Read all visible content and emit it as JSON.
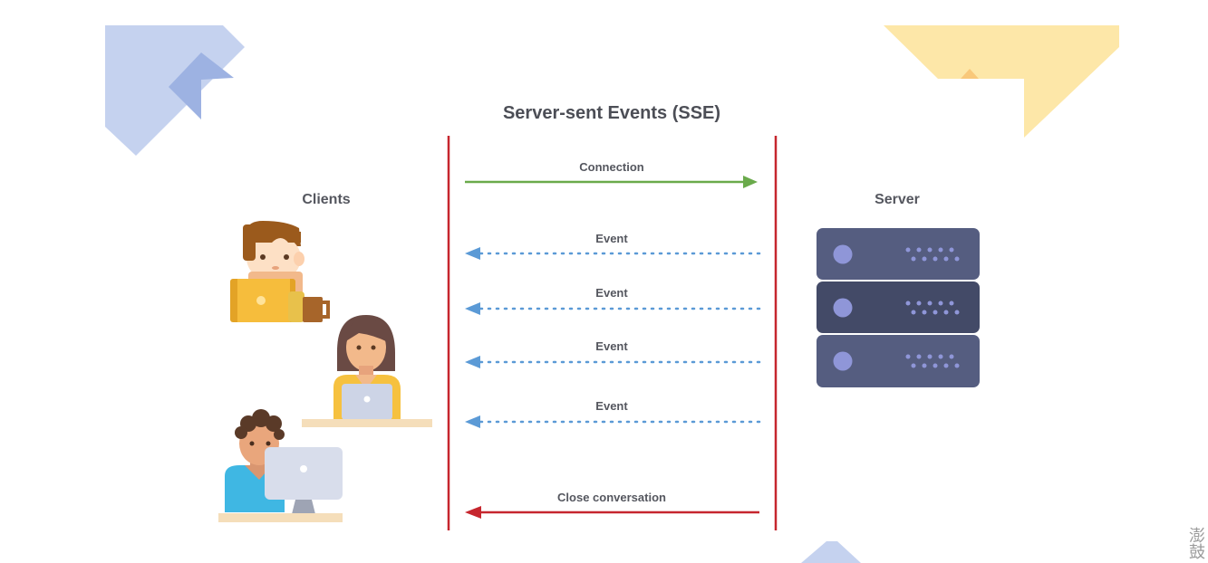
{
  "diagram": {
    "title": "Server-sent Events (SSE)",
    "clients_label": "Clients",
    "server_label": "Server",
    "messages": [
      {
        "label": "Connection",
        "direction": "client-to-server",
        "style": "solid",
        "color": "#6aaa4b"
      },
      {
        "label": "Event",
        "direction": "server-to-client",
        "style": "dotted",
        "color": "#5b9ad6"
      },
      {
        "label": "Event",
        "direction": "server-to-client",
        "style": "dotted",
        "color": "#5b9ad6"
      },
      {
        "label": "Event",
        "direction": "server-to-client",
        "style": "dotted",
        "color": "#5b9ad6"
      },
      {
        "label": "Event",
        "direction": "server-to-client",
        "style": "dotted",
        "color": "#5b9ad6"
      },
      {
        "label": "Close conversation",
        "direction": "server-to-client",
        "style": "solid",
        "color": "#c6262e"
      }
    ],
    "lifeline_color": "#c6262e"
  },
  "icons": {
    "clients": [
      "person-with-laptop-and-mug-icon",
      "woman-at-laptop-icon",
      "person-at-desktop-computer-icon"
    ],
    "server": "server-rack-icon"
  },
  "decor": {
    "blue": "#8ea7dc",
    "yellow": "#fde39a"
  },
  "watermark": {
    "text": "澎鼓"
  }
}
